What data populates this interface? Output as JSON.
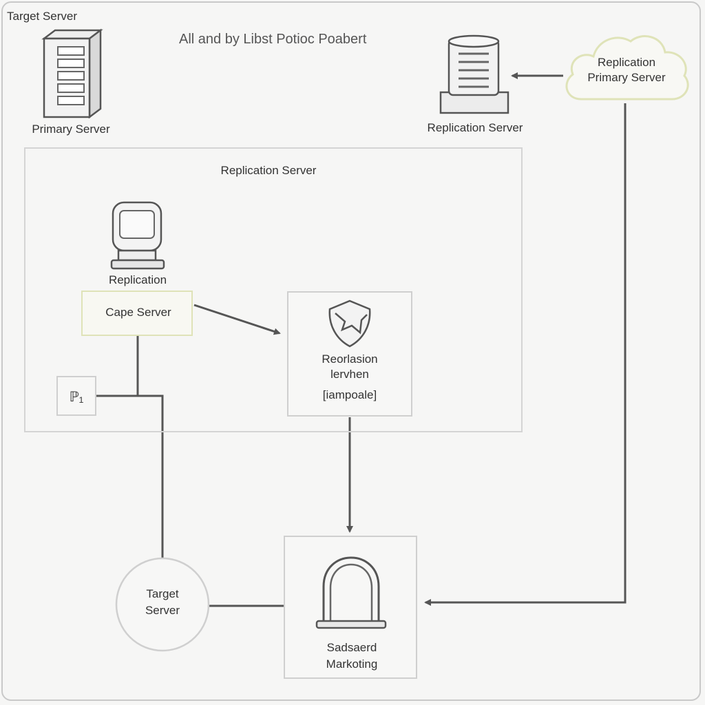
{
  "diagram": {
    "corner_label": "Target Server",
    "title": "All and by Libst Potioc Poabert",
    "primary_server": {
      "label": "Primary Server",
      "icon": "tower-server-icon"
    },
    "replication_server_top": {
      "label": "Replication Server",
      "icon": "stacked-server-icon"
    },
    "cloud": {
      "line1": "Replication",
      "line2": "Primary Server",
      "icon": "cloud-icon"
    },
    "group": {
      "title": "Replication Server",
      "computer_label": "Replication",
      "cape_server": "Cape Server",
      "small_box": "ℙ₁",
      "center_box": {
        "line1": "Reorlasion",
        "line2": "lervhen",
        "line3": "[iampoale]",
        "icon": "shield-icon"
      }
    },
    "target_server": {
      "line1": "Target",
      "line2": "Server"
    },
    "bottom_box": {
      "line1": "Sadsaerd",
      "line2": "Markoting",
      "icon": "arch-icon"
    },
    "colors": {
      "line": "#555555",
      "box_border": "#cfcfcf",
      "highlight_border": "#dfe3b8",
      "background": "#f6f6f5"
    }
  }
}
